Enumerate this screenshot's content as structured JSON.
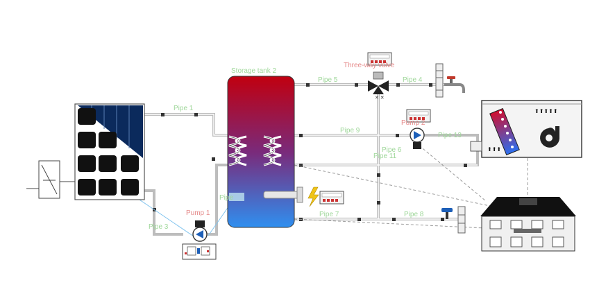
{
  "labels": {
    "storage_tank": "Storage tank 2",
    "three_way_valve": "Three-way valve",
    "pipe1": "Pipe 1",
    "pipe3": "Pipe 3",
    "pipe4": "Pipe 4",
    "pipe5": "Pipe 5",
    "pipe6": "Pipe 6",
    "pipe7": "Pipe 7",
    "pipe8": "Pipe 8",
    "pipe9": "Pipe 9",
    "pipe11": "Pipe 11",
    "pipe13": "Pipe 13",
    "pump1": "Pump 1",
    "pump2": "Pump 2",
    "pipe_sensor": "Pipe"
  },
  "colors": {
    "label_pipe": "#9fd79a",
    "label_component": "#e58a8a",
    "tank_top": "#c00010",
    "tank_bottom": "#2f8ff0",
    "collector_dark": "#0b2a5c",
    "pipe": "#c8c8c8"
  },
  "icons": [
    "solar-collector-icon",
    "inverter-icon",
    "pump-icon",
    "three-way-valve-icon",
    "tap-icon",
    "boiler-icon",
    "house-icon",
    "heating-element-icon",
    "controller-icon"
  ]
}
